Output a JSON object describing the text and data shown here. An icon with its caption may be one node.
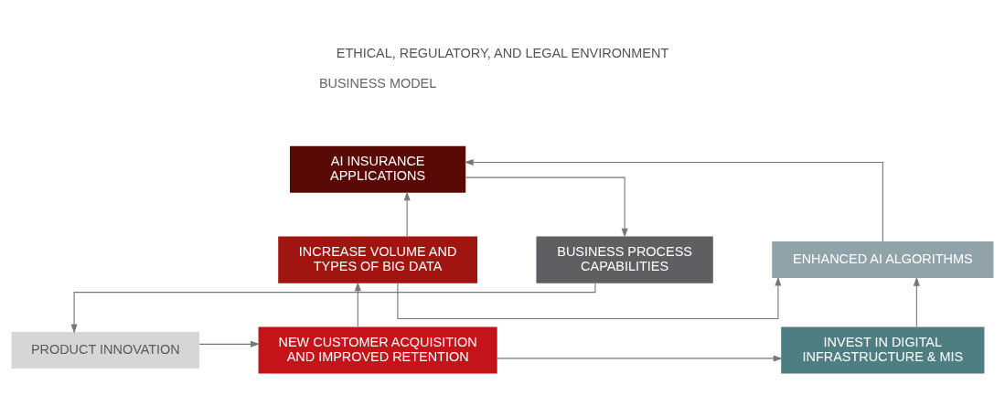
{
  "diagram": {
    "title": "ETHICAL, REGULATORY, AND LEGAL ENVIRONMENT",
    "nodes": [
      {
        "text": [
          "AI INSURANCE APPLICATIONS"
        ]
      },
      {
        "text": [
          "ENHANCED AI ALGORITHMS"
        ]
      },
      {
        "text": [
          "BUSINESS PROCESS CAPABILITIES"
        ]
      },
      {
        "text": [
          "INCREASE VOLUME AND TYPES OF BIG DATA"
        ]
      },
      {
        "text": [
          "INVEST IN DIGITAL INFRASTRUCTURE & MIS"
        ]
      },
      {
        "text": [
          "PRODUCT INNOVATION"
        ]
      },
      {
        "text": [
          "NEW CUSTOMER ACQUISITION AND IMPROVED RETENTION"
        ]
      }
    ],
    "edges": [
      {
        "from": 1,
        "to": 0,
        "arrow": "to"
      },
      {
        "from": 0,
        "to": 2,
        "arrow": "to"
      },
      {
        "from": 2,
        "to": 5,
        "arrow": "to"
      },
      {
        "from": 5,
        "to": 6,
        "arrow": "to"
      },
      {
        "from": 6,
        "to": 4,
        "arrow": "to"
      },
      {
        "from": 4,
        "to": 1,
        "arrow": "to"
      },
      {
        "from": 6,
        "to": 3,
        "arrow": "to"
      },
      {
        "from": 3,
        "to": 0,
        "arrow": "to"
      },
      {
        "from": 3,
        "to": 1,
        "arrow": "to"
      }
    ],
    "labels": [
      "BUSINESS MODEL"
    ]
  }
}
